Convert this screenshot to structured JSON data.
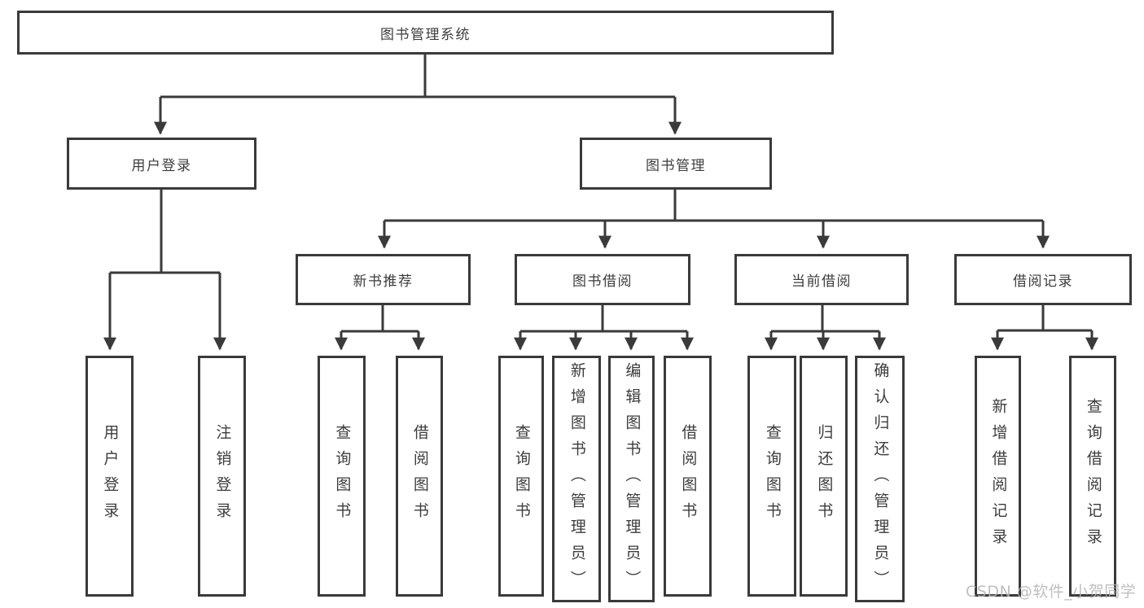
{
  "colors": {
    "line": "#3a3a3a",
    "text": "#3d3d3d",
    "background": "#ffffff",
    "watermark-color": "#b5b5b5"
  },
  "tree": {
    "label": "图书管理系统",
    "children": [
      {
        "label": "用户登录",
        "children": [
          {
            "label": "用户登录"
          },
          {
            "label": "注销登录"
          }
        ]
      },
      {
        "label": "图书管理",
        "children": [
          {
            "label": "新书推荐",
            "children": [
              {
                "label": "查询图书"
              },
              {
                "label": "借阅图书"
              }
            ]
          },
          {
            "label": "图书借阅",
            "children": [
              {
                "label": "查询图书"
              },
              {
                "label": "新增图书（管理员）"
              },
              {
                "label": "编辑图书（管理员）"
              },
              {
                "label": "借阅图书"
              }
            ]
          },
          {
            "label": "当前借阅",
            "children": [
              {
                "label": "查询图书"
              },
              {
                "label": "归还图书"
              },
              {
                "label": "确认归还（管理员）"
              }
            ]
          },
          {
            "label": "借阅记录",
            "children": [
              {
                "label": "新增借阅记录"
              },
              {
                "label": "查询借阅记录"
              }
            ]
          }
        ]
      }
    ]
  },
  "watermark": {
    "text": "CSDN @软件_小贺同学"
  }
}
